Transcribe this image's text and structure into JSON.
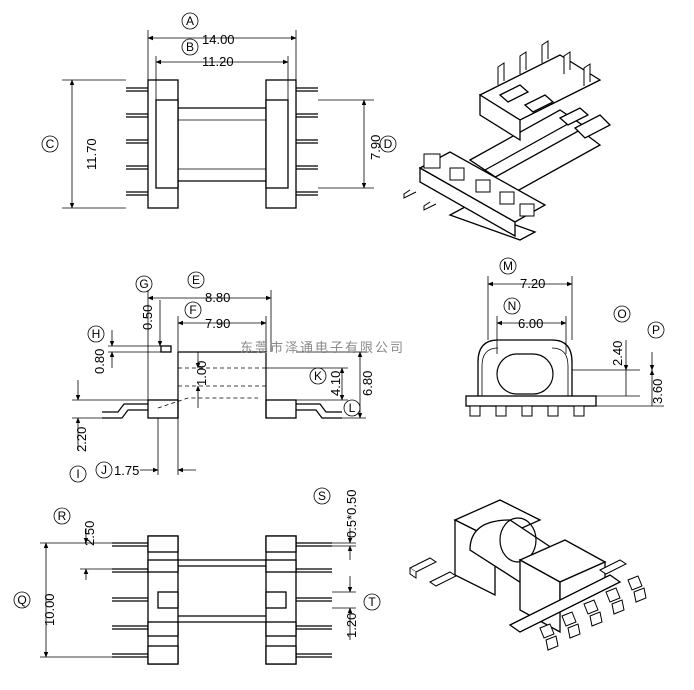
{
  "watermark": "东莞市泽通电子有限公司",
  "labels": {
    "A": {
      "letter": "A",
      "value": "14.00"
    },
    "B": {
      "letter": "B",
      "value": "11.20"
    },
    "C": {
      "letter": "C",
      "value": "11.70"
    },
    "D": {
      "letter": "D",
      "value": "7.90"
    },
    "E": {
      "letter": "E",
      "value": "8.80"
    },
    "F": {
      "letter": "F",
      "value": "7.90"
    },
    "G": {
      "letter": "G",
      "value": "0.50"
    },
    "H": {
      "letter": "H",
      "value": "0.80"
    },
    "I": {
      "letter": "I",
      "value": "2.20"
    },
    "J": {
      "letter": "J",
      "value": "1.75"
    },
    "K": {
      "letter": "K",
      "value": "4.10"
    },
    "L": {
      "letter": "L",
      "value": "6.80"
    },
    "M": {
      "letter": "M",
      "value": "7.20"
    },
    "N": {
      "letter": "N",
      "value": "6.00"
    },
    "O": {
      "letter": "O",
      "value": "2.40"
    },
    "P": {
      "letter": "P",
      "value": "3.60"
    },
    "Q": {
      "letter": "Q",
      "value": "10.00"
    },
    "R": {
      "letter": "R",
      "value": "2.50"
    },
    "S": {
      "letter": "S",
      "value": "0.5*0.50"
    },
    "T": {
      "letter": "T",
      "value": "1.20"
    }
  },
  "extra_values": {
    "core_gap": "1.00"
  }
}
